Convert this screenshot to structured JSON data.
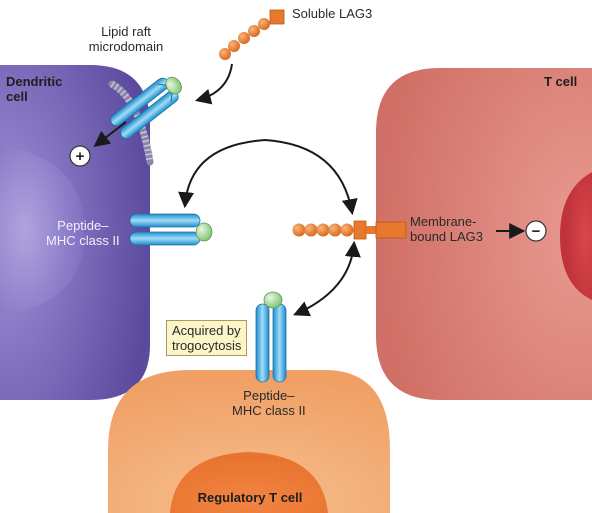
{
  "cells": {
    "dendritic": "Dendritic\ncell",
    "t_cell": "T cell",
    "treg": "Regulatory T cell"
  },
  "labels": {
    "soluble_lag3": "Soluble LAG3",
    "lipid_raft": "Lipid raft\nmicrodomain",
    "peptide_mhc_dc": "Peptide–\nMHC class II",
    "membrane_lag3": "Membrane-\nbound LAG3",
    "acquired": "Acquired by\ntrogocytosis",
    "peptide_mhc_treg": "Peptide–\nMHC class II"
  },
  "signals": {
    "positive": "+",
    "negative": "−"
  },
  "colors": {
    "dendritic_cell": "#6f5cb0",
    "t_cell": "#d0736a",
    "regulatory_t_cell": "#f2a16a",
    "mhc_blue": "#3aa7dc",
    "peptide_green": "#a8d89a",
    "lag3_orange": "#e8792c",
    "lipid_raft": "#8a86a8"
  }
}
